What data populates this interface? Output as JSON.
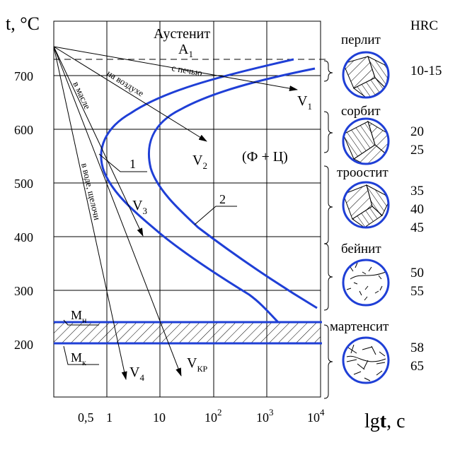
{
  "axes": {
    "y_unit": "t, °C",
    "x_label_prefix": "lg",
    "x_label_var": "t",
    "x_label_unit": ", с",
    "y_ticks": [
      "700",
      "600",
      "500",
      "400",
      "300",
      "200"
    ],
    "x_ticks": {
      "t05": "0,5",
      "t1": "1",
      "t10": "10",
      "t100_base": "10",
      "t100_exp": "2",
      "t1000_base": "10",
      "t1000_exp": "3",
      "t10000_base": "10",
      "t10000_exp": "4"
    }
  },
  "regions": {
    "austenite": "Аустенит",
    "a1": "A",
    "a1_sub": "1",
    "ferrite_cementite": "(Ф  +  Ц)"
  },
  "curves": {
    "curve1": "1",
    "curve2": "2"
  },
  "cooling": {
    "furnace": "с печью",
    "air": "на воздухе",
    "oil": "в масле",
    "water": "в воде, щелочи",
    "v1": "V",
    "v1_sub": "1",
    "v2": "V",
    "v2_sub": "2",
    "v3": "V",
    "v3_sub": "3",
    "v4": "V",
    "v4_sub": "4",
    "vkr": "V",
    "vkr_sub": "КР"
  },
  "martensite_lines": {
    "mn": "M",
    "mn_sub": "н",
    "mk": "M",
    "mk_sub": "к"
  },
  "structures": {
    "hrc_header": "HRC",
    "perlite": {
      "name": "перлит",
      "hrc": [
        "10-15"
      ]
    },
    "sorbite": {
      "name": "сорбит",
      "hrc": [
        "20",
        "25"
      ]
    },
    "troostite": {
      "name": "троостит",
      "hrc": [
        "35",
        "40",
        "45"
      ]
    },
    "bainite": {
      "name": "бейнит",
      "hrc": [
        "50",
        "55"
      ]
    },
    "martensite": {
      "name": "мартенсит",
      "hrc": [
        "58",
        "65"
      ]
    }
  },
  "colors": {
    "curve": "#1f3fd6",
    "line": "#000000"
  }
}
